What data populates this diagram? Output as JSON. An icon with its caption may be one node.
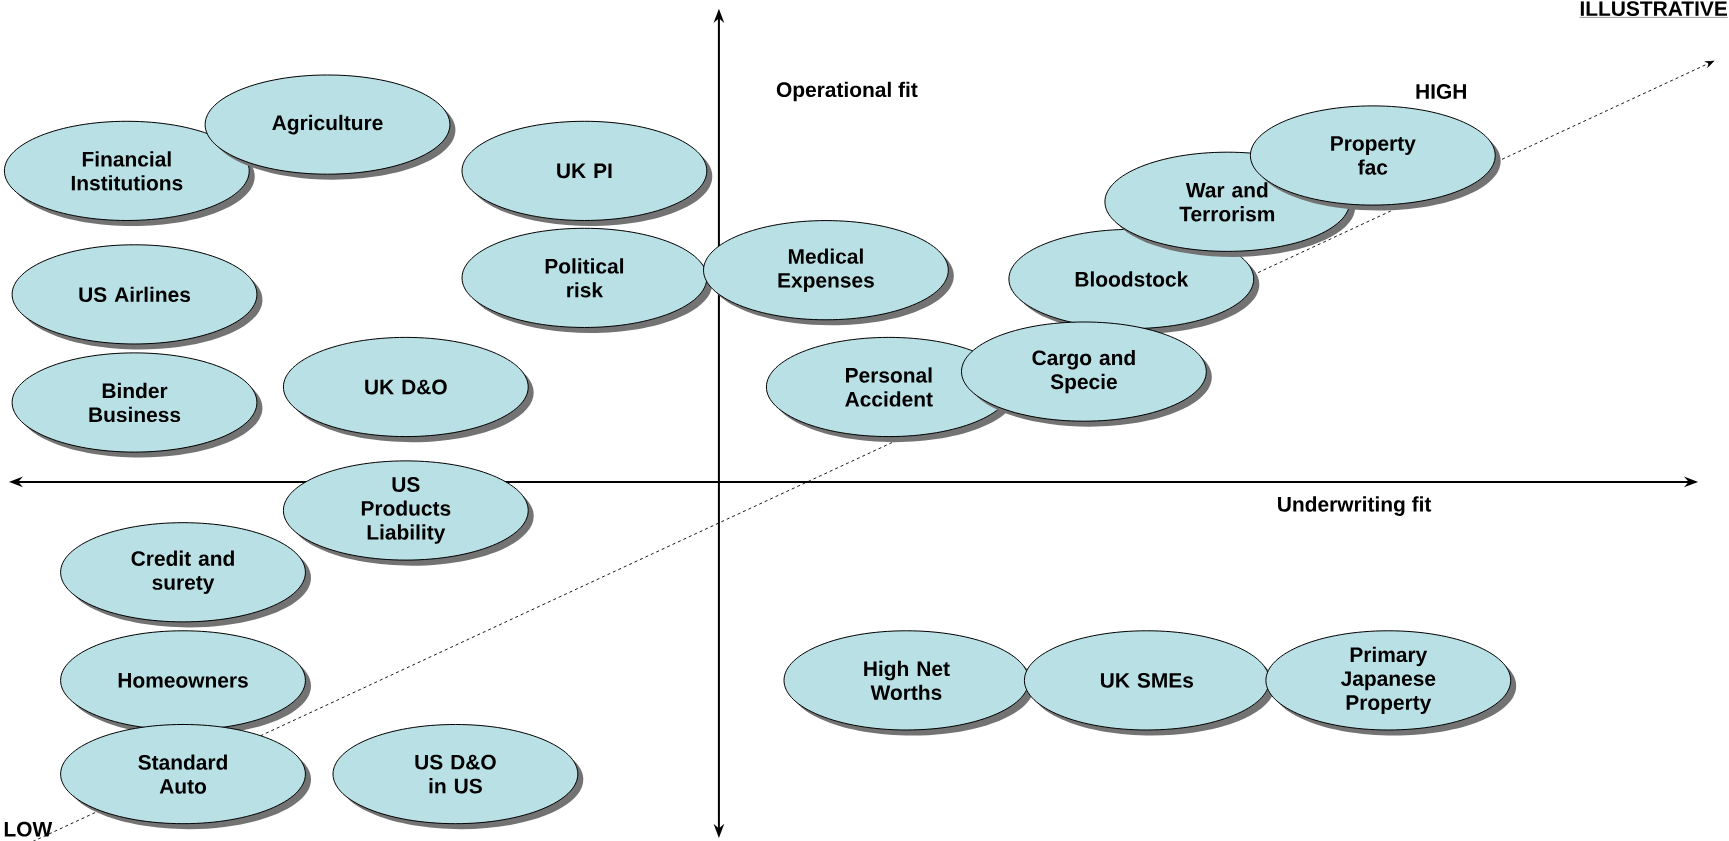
{
  "diagram": {
    "nodes": [
      {
        "text": [
          "Agriculture"
        ]
      },
      {
        "text": [
          "Financial Institutions"
        ]
      },
      {
        "text": [
          "UK PI"
        ]
      },
      {
        "text": [
          "Property fac"
        ]
      },
      {
        "text": [
          "War and Terrorism"
        ]
      },
      {
        "text": [
          "Medical Expenses"
        ]
      },
      {
        "text": [
          "Political risk"
        ]
      },
      {
        "text": [
          "Bloodstock"
        ]
      },
      {
        "text": [
          "US Airlines"
        ]
      },
      {
        "text": [
          "Cargo and Specie"
        ]
      },
      {
        "text": [
          "UK D&O"
        ]
      },
      {
        "text": [
          "Personal Accident"
        ]
      },
      {
        "text": [
          "Binder Business"
        ]
      },
      {
        "text": [
          "US Products Liability"
        ]
      },
      {
        "text": [
          "Credit and surety"
        ]
      },
      {
        "text": [
          "High Net Worths"
        ]
      },
      {
        "text": [
          "UK SMEs"
        ]
      },
      {
        "text": [
          "Primary Japanese Property"
        ]
      },
      {
        "text": [
          "Homeowners"
        ]
      },
      {
        "text": [
          "Standard Auto"
        ]
      },
      {
        "text": [
          "US D&O in US"
        ]
      }
    ],
    "labels": [
      "ILLUSTRATIVE",
      "Operational fit",
      "HIGH",
      "Underwriting fit",
      "LOW"
    ]
  }
}
